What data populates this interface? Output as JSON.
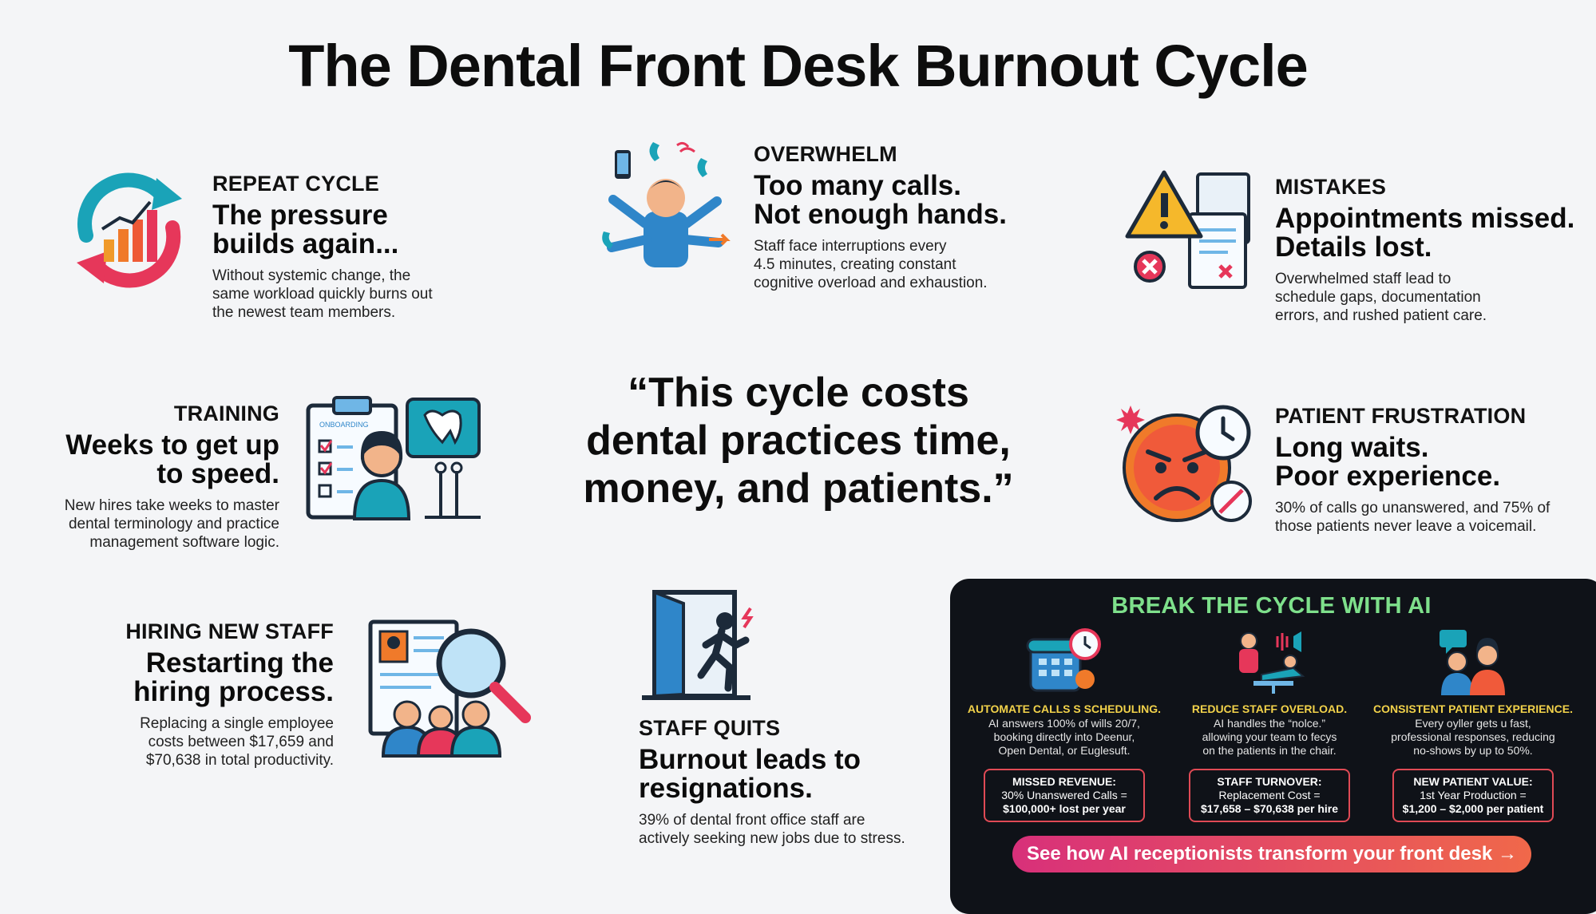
{
  "title": "The Dental Front Desk Burnout Cycle",
  "stages": {
    "repeat": {
      "kicker": "REPEAT CYCLE",
      "headline": [
        "The pressure",
        "builds again..."
      ],
      "desc": [
        "Without systemic change, the",
        "same workload quickly burns out",
        "the newest team members."
      ],
      "icon": "refresh-chart-icon"
    },
    "overwhelm": {
      "kicker": "OVERWHELM",
      "headline": [
        "Too many calls.",
        "Not enough hands."
      ],
      "desc": [
        "Staff face interruptions every",
        "4.5 minutes, creating constant",
        "cognitive overload and exhaustion."
      ],
      "icon": "many-hands-phones-icon"
    },
    "mistakes": {
      "kicker": "MISTAKES",
      "headline": [
        "Appointments missed.",
        "Details lost."
      ],
      "desc": [
        "Overwhelmed staff lead to",
        "schedule gaps, documentation",
        "errors, and rushed patient care."
      ],
      "icon": "warning-documents-icon"
    },
    "training": {
      "kicker": "TRAINING",
      "headline": [
        "Weeks to get up",
        "to speed."
      ],
      "desc": [
        "New hires take weeks to master",
        "dental terminology and practice",
        "management software logic."
      ],
      "icon": "clipboard-trainee-icon",
      "clipboard_label": "ONBOARDING"
    },
    "frustration": {
      "kicker": "PATIENT FRUSTRATION",
      "headline": [
        "Long waits.",
        "Poor experience."
      ],
      "desc": [
        "30% of calls go unanswered, and 75% of",
        "those patients never leave a voicemail."
      ],
      "icon": "angry-face-clock-icon"
    },
    "hiring": {
      "kicker": "HIRING NEW STAFF",
      "headline": [
        "Restarting the",
        "hiring process."
      ],
      "desc": [
        "Replacing a single employee",
        "costs between $17,659 and",
        "$70,638 in total productivity."
      ],
      "icon": "resume-magnifier-icon"
    },
    "quits": {
      "kicker": "STAFF QUITS",
      "headline": [
        "Burnout leads to",
        "resignations."
      ],
      "desc": [
        "39% of dental front office staff are",
        "actively seeking new jobs due to stress."
      ],
      "icon": "exit-door-icon"
    }
  },
  "quote": [
    "“This cycle costs",
    "dental practices time,",
    "money, and patients.”"
  ],
  "cta": {
    "title": "BREAK THE CYCLE WITH AI",
    "columns": [
      {
        "title": "AUTOMATE CALLS S SCHEDULING.",
        "desc": [
          "AI answers 100% of wills 20/7,",
          "booking directly into Deenur,",
          "Open Dental, or Euglesuft."
        ],
        "stat_label": "MISSED REVENUE:",
        "stat_lines": [
          "30% Unanswered Calls =",
          "$100,000+ lost per year"
        ],
        "icon": "phone-clock-icon"
      },
      {
        "title": "REDUCE STAFF OVERLOAD.",
        "desc": [
          "AI handles the “nolce.”",
          "allowing your team to fecys",
          "on the patients in the chair."
        ],
        "stat_label": "STAFF TURNOVER:",
        "stat_lines": [
          "Replacement Cost =",
          "$17,658 – $70,638 per hire"
        ],
        "icon": "dentist-chair-icon"
      },
      {
        "title": "CONSISTENT PATIENT EXPERIENCE.",
        "desc": [
          "Every oyller gets u fast,",
          "professional responses, reducing",
          "no-shows by up to 50%."
        ],
        "stat_label": "NEW PATIENT VALUE:",
        "stat_lines": [
          "1st Year Production =",
          "$1,200 – $2,000 per patient"
        ],
        "icon": "two-people-chat-icon"
      }
    ],
    "button_label": "See how AI receptionists transform your front desk →"
  },
  "colors": {
    "background": "#f4f5f7",
    "panel": "#0f1218",
    "panel_title": "#7ee08b",
    "column_title": "#f2d24a",
    "stat_border": "#e04a55",
    "button_start": "#d8307a",
    "button_end": "#f0684a"
  }
}
